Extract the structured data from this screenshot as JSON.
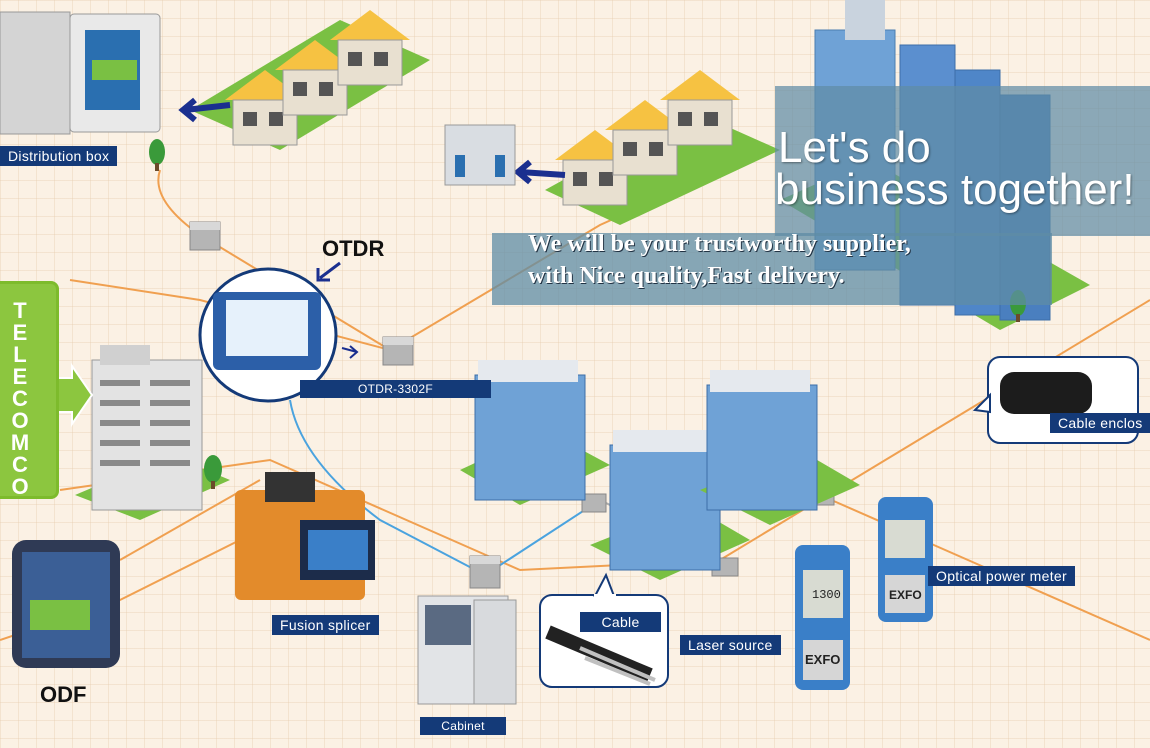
{
  "labels": {
    "distribution_box": "Distribution box",
    "otdr": "OTDR",
    "otdr_model": "OTDR-3302F",
    "telecom": "TELECOM CO",
    "odf": "ODF",
    "fusion_splicer": "Fusion splicer",
    "cabinet": "Cabinet",
    "cable": "Cable",
    "laser_source": "Laser source",
    "optical_power_meter": "Optical power meter",
    "cable_enclosure": "Cable enclos"
  },
  "banner": {
    "headline_line1": "Let's  do",
    "headline_line2": "business  together!",
    "tagline_line1": "We will be your trustworthy supplier,",
    "tagline_line2": "with Nice quality,Fast delivery."
  },
  "device_text": {
    "power_meter_brand": "EXFO",
    "laser_brand": "EXFO",
    "laser_display": "1300"
  },
  "colors": {
    "label_bg": "#143a78",
    "telecom_green": "#8cc63f",
    "fiber_orange": "#f0a050",
    "fiber_blue": "#4aa3df",
    "banner_overlay": "#5f8ca5"
  }
}
